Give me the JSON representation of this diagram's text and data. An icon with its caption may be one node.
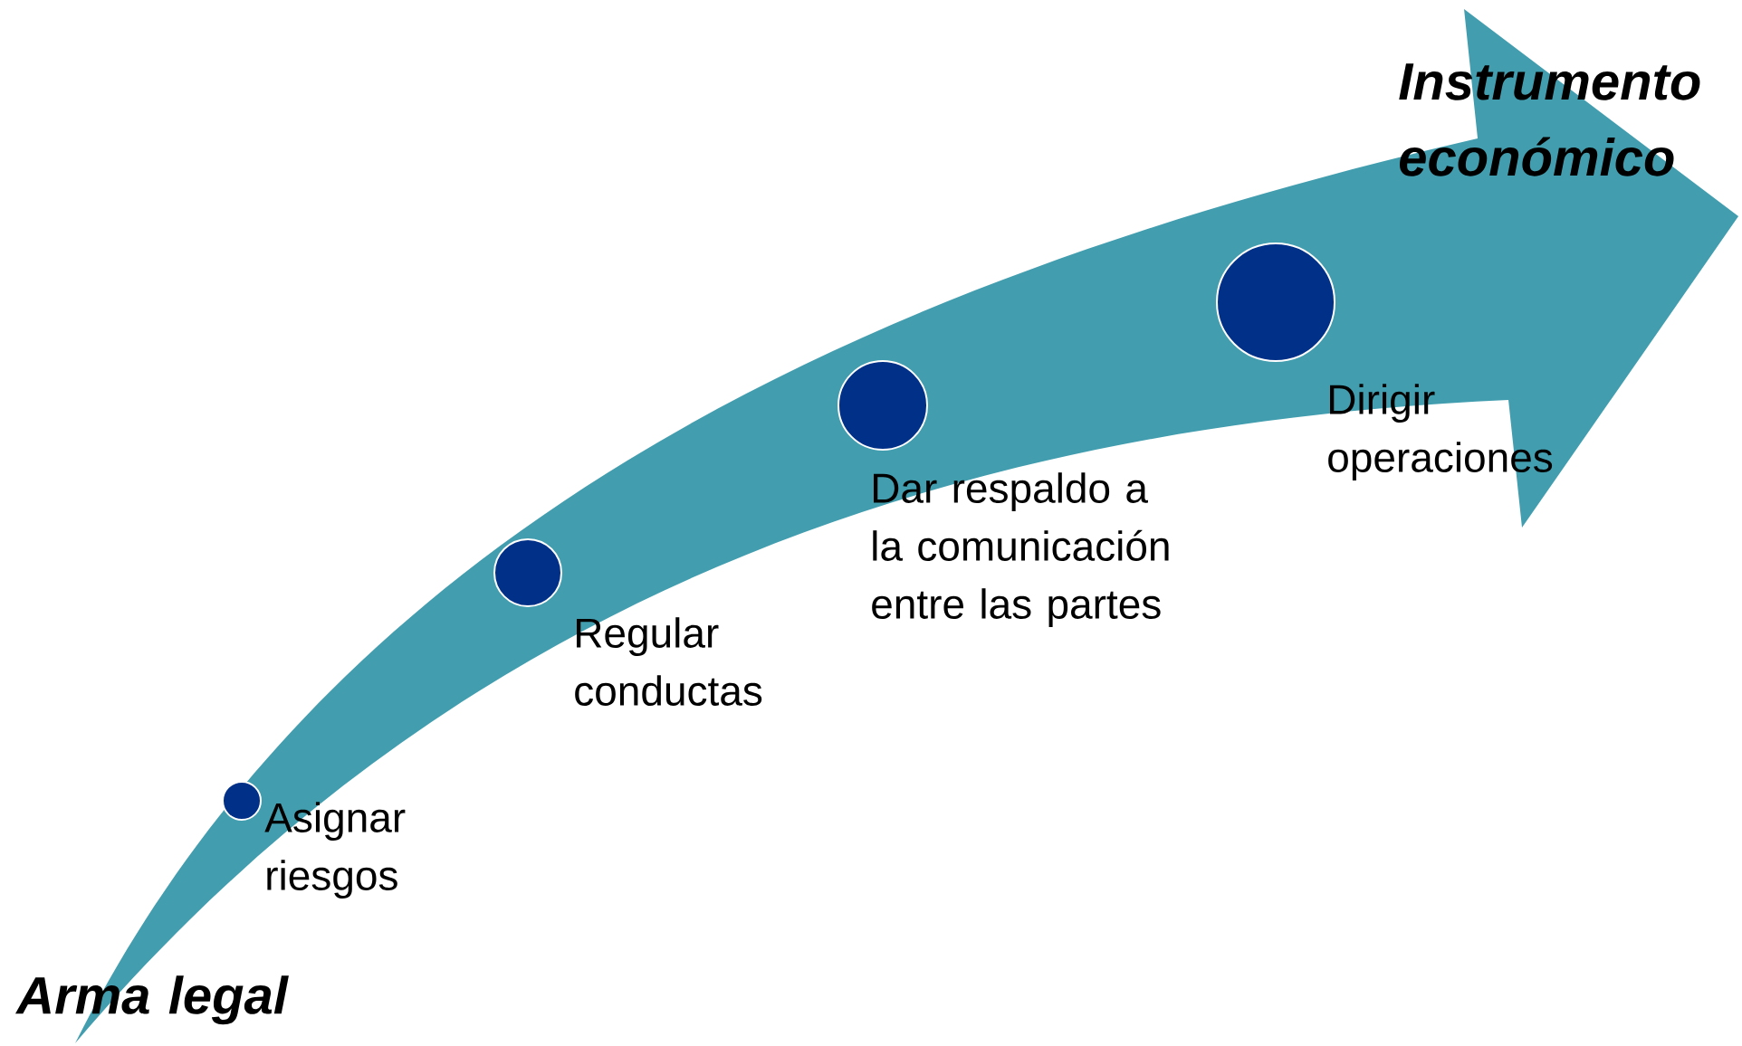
{
  "diagram": {
    "nodes": [
      {
        "text": [
          "Arma legal",
          "Instrumento económico"
        ]
      },
      {
        "text": [],
        "shape": "circle",
        "in": 0,
        "beside": [
          "Asignar riesgos"
        ]
      },
      {
        "text": [],
        "shape": "circle",
        "in": 0,
        "beside": [
          "Regular conductas"
        ]
      },
      {
        "text": [],
        "shape": "circle",
        "in": 0,
        "beside": [
          "Dar respaldo a la comunicación entre las partes"
        ]
      },
      {
        "text": [],
        "shape": "circle",
        "in": 0,
        "beside": [
          "Dirigir operaciones"
        ]
      }
    ]
  }
}
